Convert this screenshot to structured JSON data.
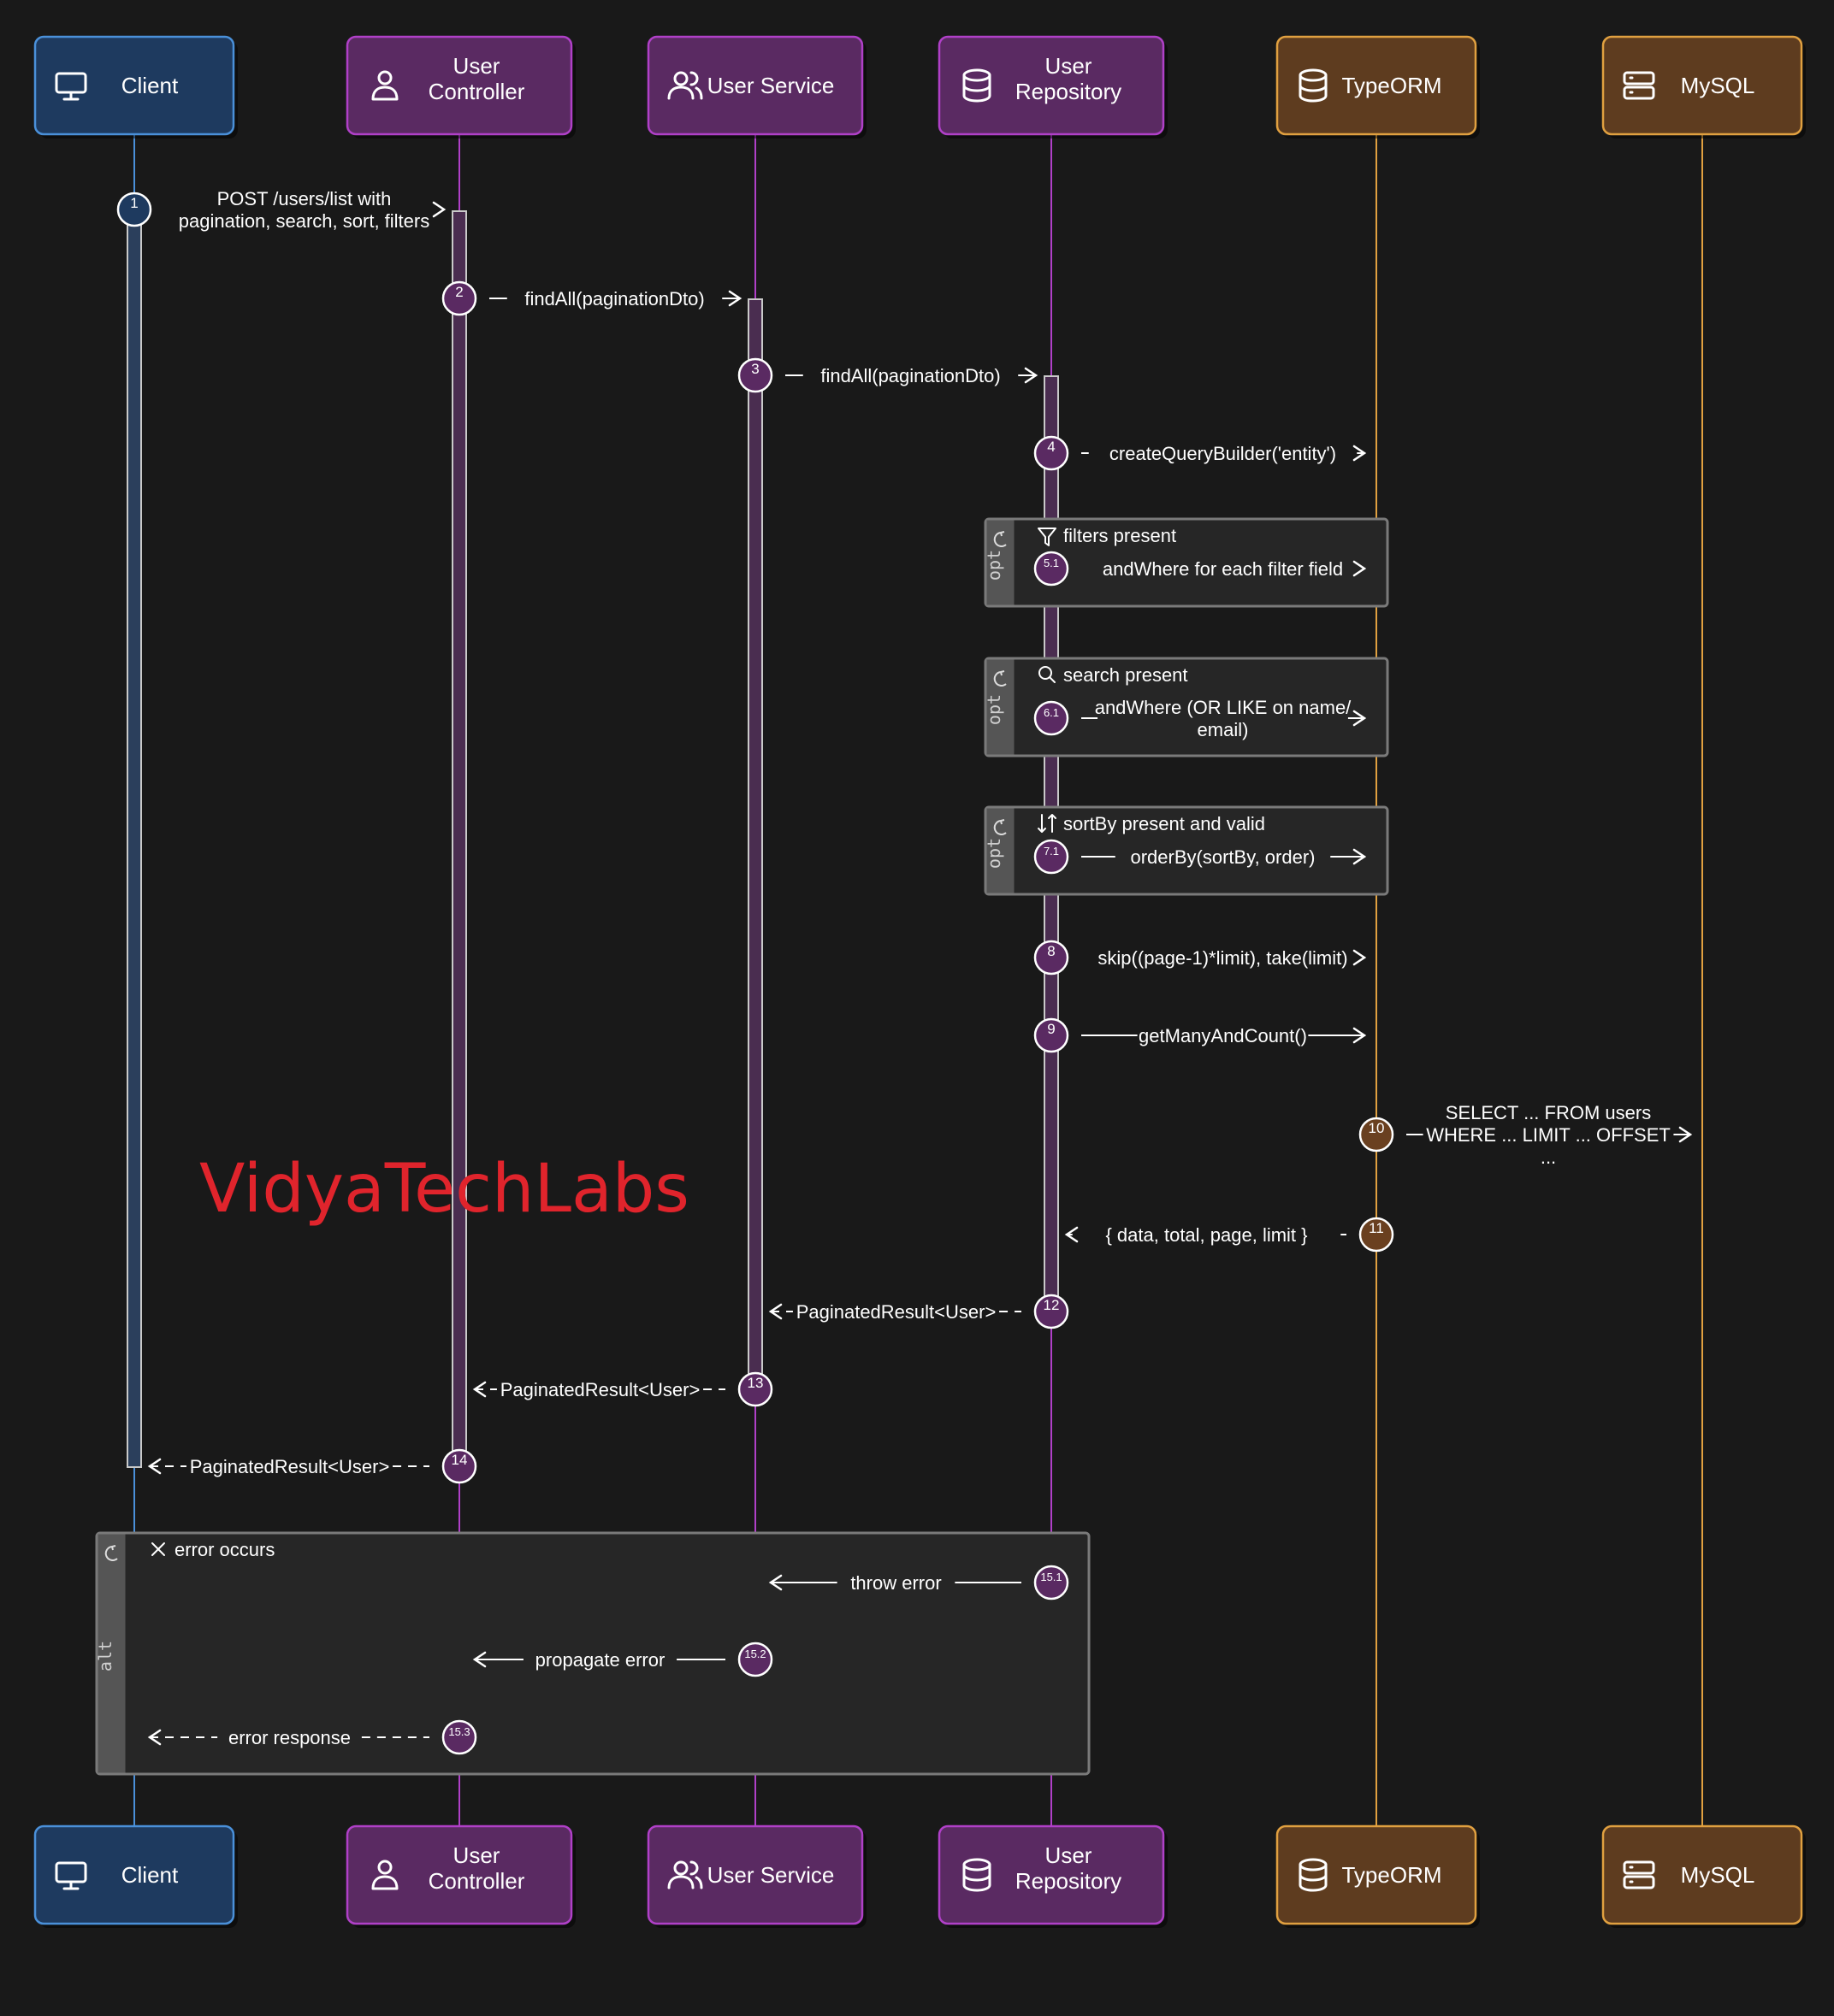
{
  "participants": [
    {
      "id": "client",
      "label_lines": [
        "Client"
      ],
      "icon": "monitor-icon",
      "color": {
        "fill": "#1e3a5f",
        "stroke": "#4a90d9",
        "line": "#4a90d9"
      }
    },
    {
      "id": "controller",
      "label_lines": [
        "User",
        "Controller"
      ],
      "icon": "user-icon",
      "color": {
        "fill": "#5a2a62",
        "stroke": "#b040c8",
        "line": "#b040c8"
      }
    },
    {
      "id": "service",
      "label_lines": [
        "User Service"
      ],
      "icon": "users-icon",
      "color": {
        "fill": "#5a2a62",
        "stroke": "#b040c8",
        "line": "#b040c8"
      }
    },
    {
      "id": "repository",
      "label_lines": [
        "User",
        "Repository"
      ],
      "icon": "database-icon",
      "color": {
        "fill": "#5a2a62",
        "stroke": "#b040c8",
        "line": "#b040c8"
      }
    },
    {
      "id": "typeorm",
      "label_lines": [
        "TypeORM"
      ],
      "icon": "database-icon",
      "color": {
        "fill": "#5e3c1f",
        "stroke": "#e0a040",
        "line": "#e0a040"
      }
    },
    {
      "id": "mysql",
      "label_lines": [
        "MySQL"
      ],
      "icon": "server-icon",
      "color": {
        "fill": "#5e3c1f",
        "stroke": "#e0a040",
        "line": "#e0a040"
      }
    }
  ],
  "messages": [
    {
      "num": "1",
      "from": "client",
      "to": "controller",
      "lines": [
        "POST /users/list with",
        "pagination, search, sort, filters"
      ],
      "style": "solid"
    },
    {
      "num": "2",
      "from": "controller",
      "to": "service",
      "lines": [
        "findAll(paginationDto)"
      ],
      "style": "solid"
    },
    {
      "num": "3",
      "from": "service",
      "to": "repository",
      "lines": [
        "findAll(paginationDto)"
      ],
      "style": "solid"
    },
    {
      "num": "4",
      "from": "repository",
      "to": "typeorm",
      "lines": [
        "createQueryBuilder('entity')"
      ],
      "style": "solid"
    },
    {
      "num": "5.1",
      "from": "repository",
      "to": "typeorm",
      "lines": [
        "andWhere for each filter field"
      ],
      "style": "solid"
    },
    {
      "num": "6.1",
      "from": "repository",
      "to": "typeorm",
      "lines": [
        "andWhere (OR LIKE on name/",
        "email)"
      ],
      "style": "solid"
    },
    {
      "num": "7.1",
      "from": "repository",
      "to": "typeorm",
      "lines": [
        "orderBy(sortBy, order)"
      ],
      "style": "solid"
    },
    {
      "num": "8",
      "from": "repository",
      "to": "typeorm",
      "lines": [
        "skip((page-1)*limit), take(limit)"
      ],
      "style": "solid"
    },
    {
      "num": "9",
      "from": "repository",
      "to": "typeorm",
      "lines": [
        "getManyAndCount()"
      ],
      "style": "solid"
    },
    {
      "num": "10",
      "from": "typeorm",
      "to": "mysql",
      "lines": [
        "SELECT ... FROM users",
        "WHERE ... LIMIT ... OFFSET",
        "..."
      ],
      "style": "solid"
    },
    {
      "num": "11",
      "from": "typeorm",
      "to": "repository",
      "lines": [
        "{ data, total, page, limit }"
      ],
      "style": "dashed"
    },
    {
      "num": "12",
      "from": "repository",
      "to": "service",
      "lines": [
        "PaginatedResult<User>"
      ],
      "style": "dashed"
    },
    {
      "num": "13",
      "from": "service",
      "to": "controller",
      "lines": [
        "PaginatedResult<User>"
      ],
      "style": "dashed"
    },
    {
      "num": "14",
      "from": "controller",
      "to": "client",
      "lines": [
        "PaginatedResult<User>"
      ],
      "style": "dashed"
    },
    {
      "num": "15.1",
      "from": "repository",
      "to": "service",
      "lines": [
        "throw error"
      ],
      "style": "solid"
    },
    {
      "num": "15.2",
      "from": "service",
      "to": "controller",
      "lines": [
        "propagate error"
      ],
      "style": "solid"
    },
    {
      "num": "15.3",
      "from": "controller",
      "to": "client",
      "lines": [
        "error response"
      ],
      "style": "dashed"
    }
  ],
  "fragments": [
    {
      "kind": "opt",
      "condition": "filters present",
      "icon": "filter-icon"
    },
    {
      "kind": "opt",
      "condition": "search present",
      "icon": "search-icon"
    },
    {
      "kind": "opt",
      "condition": "sortBy present and valid",
      "icon": "sort-icon"
    },
    {
      "kind": "alt",
      "condition": "error occurs",
      "icon": "close-icon"
    }
  ],
  "watermark": "VidyaTechLabs",
  "colors": {
    "background": "#191919",
    "text": "#ffffff",
    "watermark": "#e0242c",
    "fragment_fill": "#262626",
    "fragment_stroke": "#7a7a7a"
  }
}
